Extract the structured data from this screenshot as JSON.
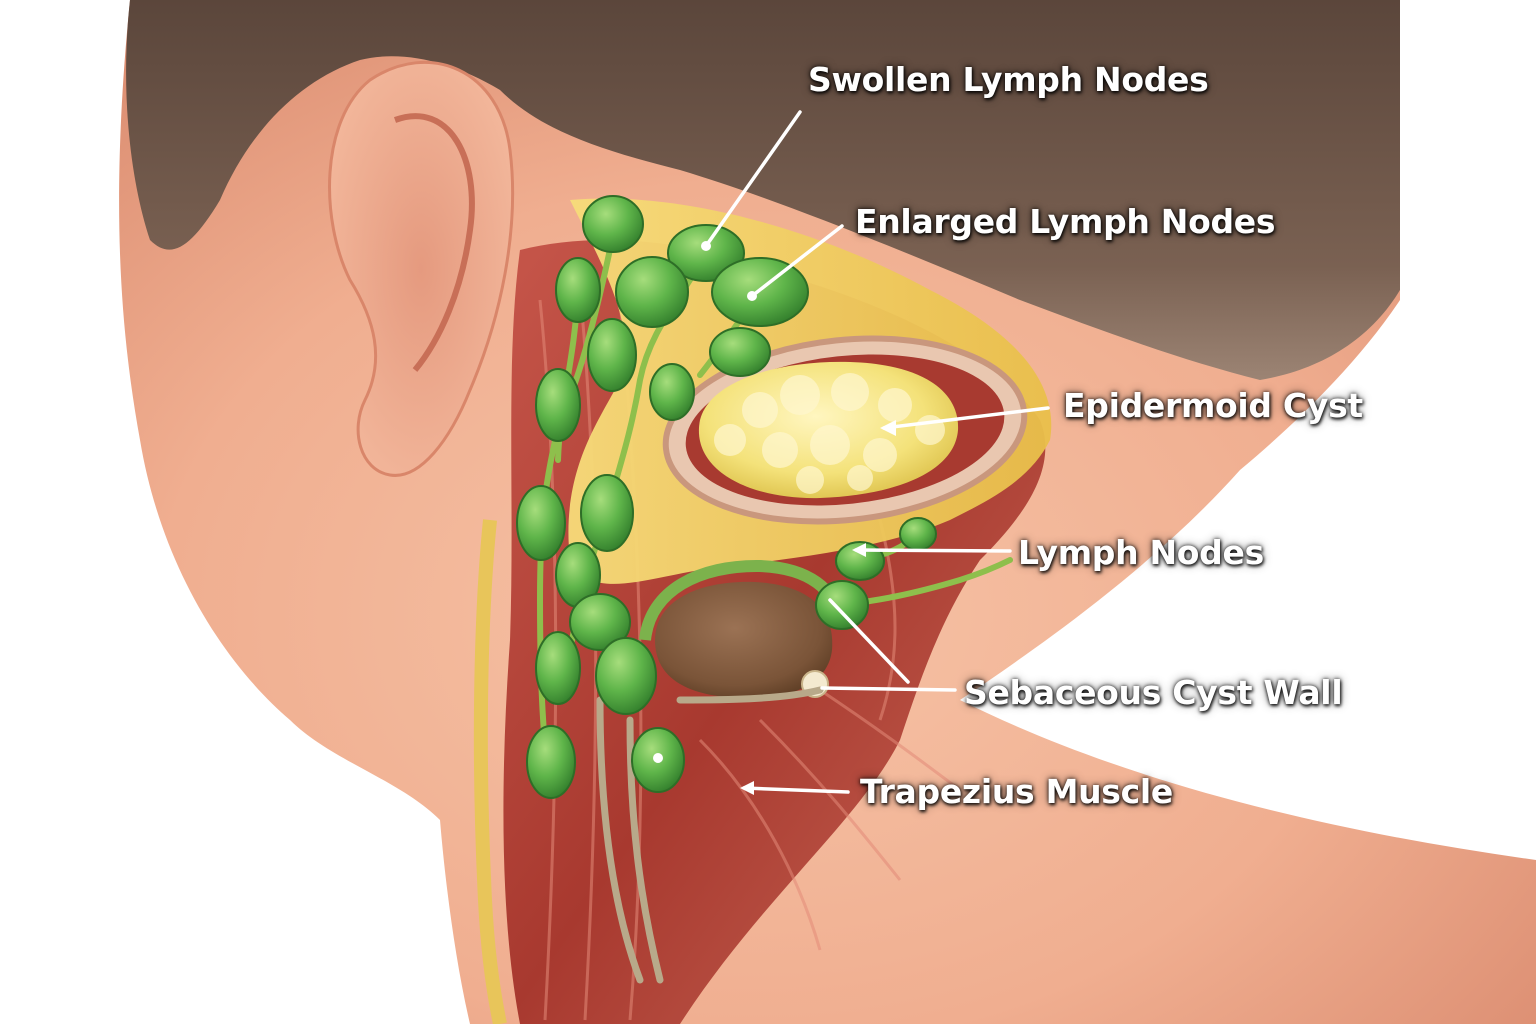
{
  "labels": {
    "swollen_lymph_nodes": "Swollen Lymph Nodes",
    "enlarged_lymph_nodes": "Enlarged Lymph Nodes",
    "epidermoid_cyst": "Epidermoid Cyst",
    "lymph_nodes": "Lymph Nodes",
    "sebaceous_cyst_wall": "Sebaceous Cyst Wall",
    "trapezius_muscle": "Trapezius Muscle"
  },
  "colors": {
    "background": "#ffffff",
    "skin": "#f1b497",
    "hair": "#6b5346",
    "muscle": "#b8453a",
    "lymph_node": "#5fb54a",
    "fat": "#f0cf5a",
    "cyst": "#f4e27a",
    "sebaceous_cyst": "#7a5438",
    "label_text": "#ffffff"
  }
}
